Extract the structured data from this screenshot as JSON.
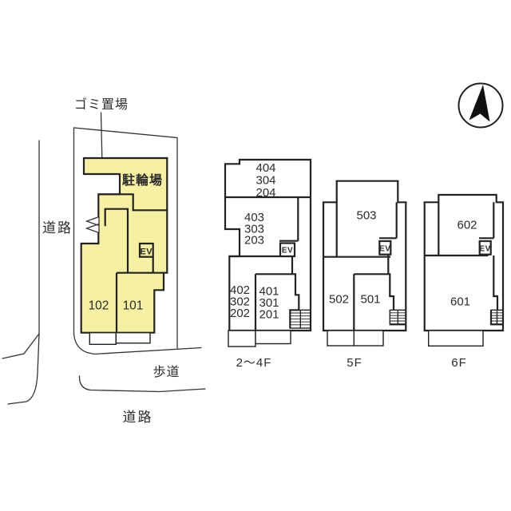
{
  "colors": {
    "highlight": "#f6f0a2",
    "line": "#222222",
    "background": "#ffffff"
  },
  "site": {
    "garbage_label": "ゴミ置場",
    "bicycle_label": "駐輪場",
    "road_left": "道路",
    "sidewalk": "歩道",
    "road_bottom": "道路",
    "ev": "EV",
    "rooms": [
      "102",
      "101"
    ]
  },
  "plans": [
    {
      "label": "2〜4F",
      "ev": "EV",
      "groups": [
        [
          "404",
          "304",
          "204"
        ],
        [
          "403",
          "303",
          "203"
        ],
        [
          "402",
          "302",
          "202"
        ],
        [
          "401",
          "301",
          "201"
        ]
      ]
    },
    {
      "label": "5F",
      "ev": "EV",
      "rooms": [
        "503",
        "502",
        "501"
      ]
    },
    {
      "label": "6F",
      "ev": "EV",
      "rooms": [
        "602",
        "601"
      ]
    }
  ]
}
